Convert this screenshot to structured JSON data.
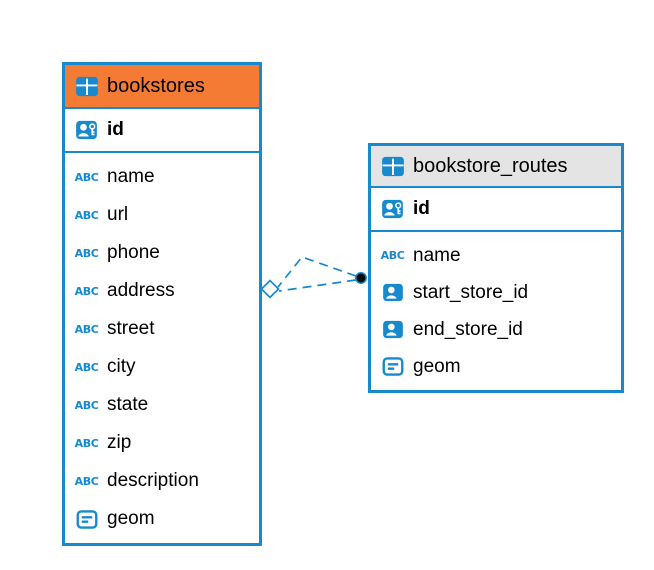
{
  "app": {
    "accent_blue": "#1789cf",
    "background": "#ffffff"
  },
  "icons": {
    "abc_label": "ABC"
  },
  "tables": [
    {
      "name": "bookstores",
      "header_bg": "#f47b33",
      "pk_column": {
        "name": "id",
        "icon": "person-key-icon"
      },
      "columns": [
        {
          "name": "name",
          "icon": "text-abc-icon"
        },
        {
          "name": "url",
          "icon": "text-abc-icon"
        },
        {
          "name": "phone",
          "icon": "text-abc-icon"
        },
        {
          "name": "address",
          "icon": "text-abc-icon"
        },
        {
          "name": "street",
          "icon": "text-abc-icon"
        },
        {
          "name": "city",
          "icon": "text-abc-icon"
        },
        {
          "name": "state",
          "icon": "text-abc-icon"
        },
        {
          "name": "zip",
          "icon": "text-abc-icon"
        },
        {
          "name": "description",
          "icon": "text-abc-icon"
        },
        {
          "name": "geom",
          "icon": "geometry-icon"
        }
      ]
    },
    {
      "name": "bookstore_routes",
      "header_bg": "#e4e4e4",
      "pk_column": {
        "name": "id",
        "icon": "person-key-icon"
      },
      "columns": [
        {
          "name": "name",
          "icon": "text-abc-icon"
        },
        {
          "name": "start_store_id",
          "icon": "person-icon"
        },
        {
          "name": "end_store_id",
          "icon": "person-icon"
        },
        {
          "name": "geom",
          "icon": "geometry-icon"
        }
      ]
    }
  ],
  "relationships": [
    {
      "from": "bookstore_routes",
      "to": "bookstores",
      "style": "dashed"
    },
    {
      "from": "bookstore_routes",
      "to": "bookstores",
      "style": "dashed"
    }
  ]
}
